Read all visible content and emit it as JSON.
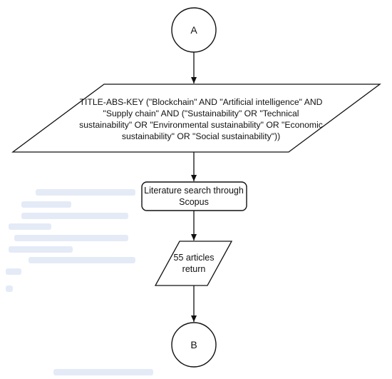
{
  "diagram": {
    "colors": {
      "stroke": "#111111",
      "fill": "#ffffff",
      "text": "#111111"
    },
    "connector_a": {
      "label": "A"
    },
    "query_box": {
      "lines": [
        "TITLE-ABS-KEY (\"Blockchain\" AND \"Artificial intelligence\" AND",
        "\"Supply chain\" AND (\"Sustainability\" OR \"Technical",
        "sustainability\" OR \"Environmental sustainability\" OR \"Economic",
        "sustainability\" OR \"Social sustainability\"))"
      ]
    },
    "search_box": {
      "lines": [
        "Literature search through",
        "Scopus"
      ]
    },
    "result_box": {
      "lines": [
        "55 articles",
        "return"
      ]
    },
    "connector_b": {
      "label": "B"
    }
  }
}
